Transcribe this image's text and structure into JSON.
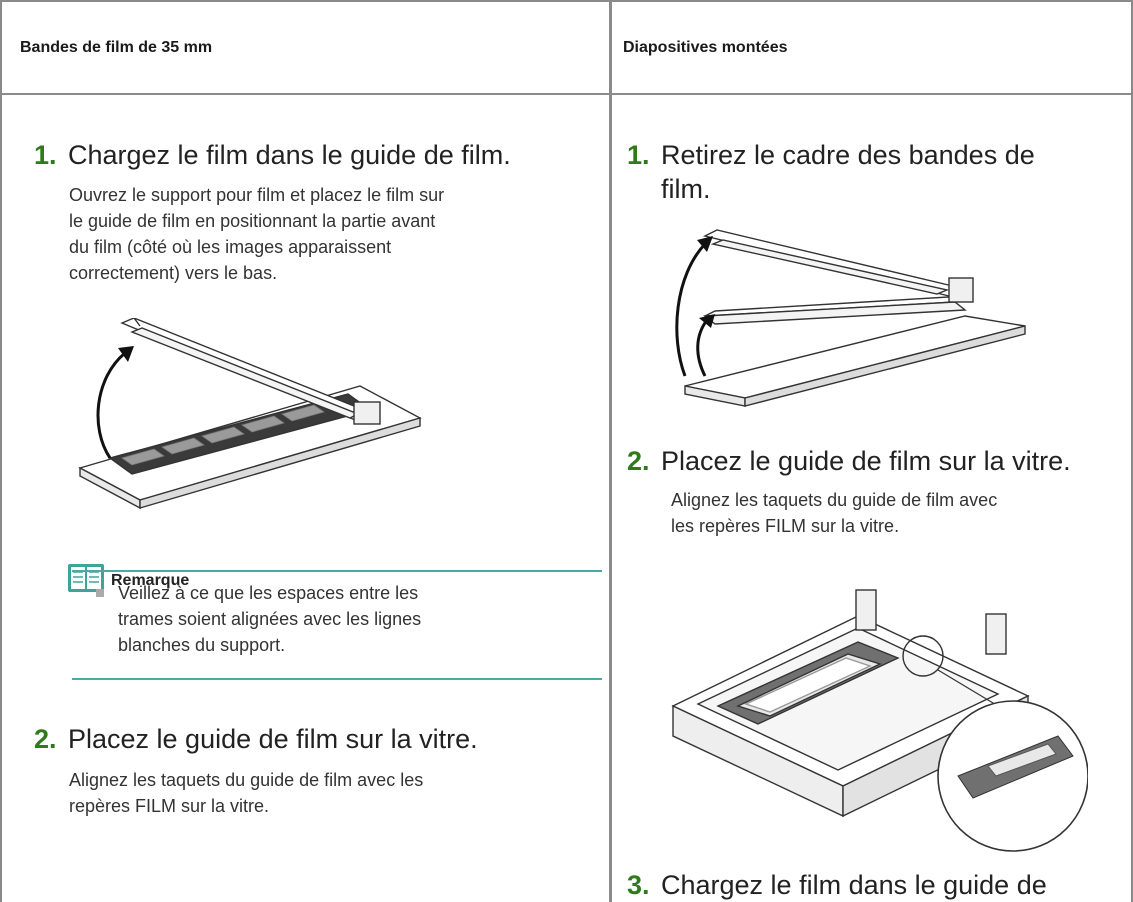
{
  "headers": {
    "left": "Bandes de film de 35 mm",
    "right": "Diapositives montées"
  },
  "left_column": {
    "step1": {
      "number": "1.",
      "title": "Chargez le film dans le guide de film.",
      "description_lines": [
        "Ouvrez le support pour film et placez le film sur",
        "le guide de film en positionnant la partie avant",
        "du film (côté où les images apparaissent",
        "correctement) vers le bas."
      ]
    },
    "note": {
      "title": "Remarque",
      "item_lines": [
        "Veillez à ce que les espaces entre les",
        "trames soient alignées avec les lignes",
        "blanches du support."
      ]
    },
    "step2": {
      "number": "2.",
      "title": "Placez le guide de film sur la vitre.",
      "description_lines": [
        "Alignez les taquets du guide de film avec les",
        "repères FILM sur la vitre."
      ]
    }
  },
  "right_column": {
    "step1": {
      "number": "1.",
      "title_lines": [
        "Retirez le cadre des bandes de",
        "film."
      ]
    },
    "step2": {
      "number": "2.",
      "title": "Placez le guide de film sur la vitre.",
      "description_lines": [
        "Alignez les taquets du guide de film avec",
        "les repères FILM sur la vitre."
      ]
    },
    "step3": {
      "number": "3.",
      "title": "Chargez le film dans le guide de"
    }
  },
  "colors": {
    "step_number": "#2f7a1a",
    "note_rule": "#4fa8a6",
    "note_icon": "#3aa59a",
    "border": "#8a8a8a"
  },
  "icons": {
    "note": "book-icon"
  }
}
